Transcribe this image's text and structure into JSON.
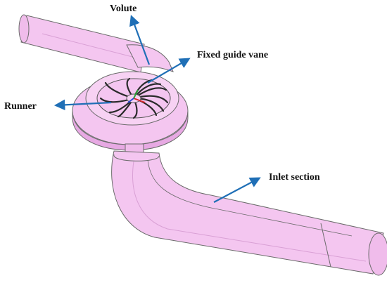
{
  "labels": {
    "volute": "Volute",
    "fixed_guide_vane": "Fixed guide vane",
    "runner": "Runner",
    "inlet_section": "Inlet section"
  },
  "colors": {
    "body_fill": "#f4c6f0",
    "body_shade": "#e7a9e3",
    "outline": "#6b6b6b",
    "arrow": "#1f6fb6",
    "blade": "#2a2a2a"
  }
}
